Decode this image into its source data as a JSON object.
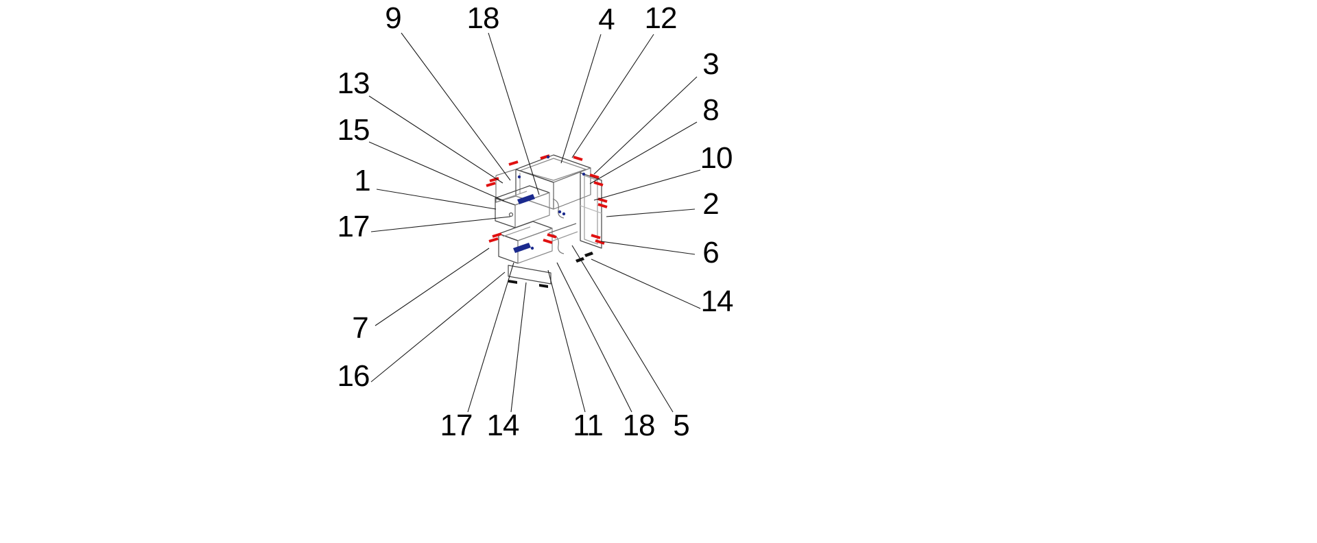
{
  "figure": {
    "kind": "exploded-assembly-drawing",
    "colors": {
      "line": "#1a1a1a",
      "wireframe": "#555555",
      "highlight_red": "#e01010",
      "part_blue": "#1b2a8e"
    }
  },
  "callouts": [
    {
      "label": "9"
    },
    {
      "label": "18"
    },
    {
      "label": "4"
    },
    {
      "label": "12"
    },
    {
      "label": "3"
    },
    {
      "label": "8"
    },
    {
      "label": "10"
    },
    {
      "label": "2"
    },
    {
      "label": "6"
    },
    {
      "label": "14"
    },
    {
      "label": "13"
    },
    {
      "label": "15"
    },
    {
      "label": "1"
    },
    {
      "label": "17"
    },
    {
      "label": "7"
    },
    {
      "label": "16"
    },
    {
      "label": "17"
    },
    {
      "label": "14"
    },
    {
      "label": "11"
    },
    {
      "label": "18"
    },
    {
      "label": "5"
    }
  ]
}
